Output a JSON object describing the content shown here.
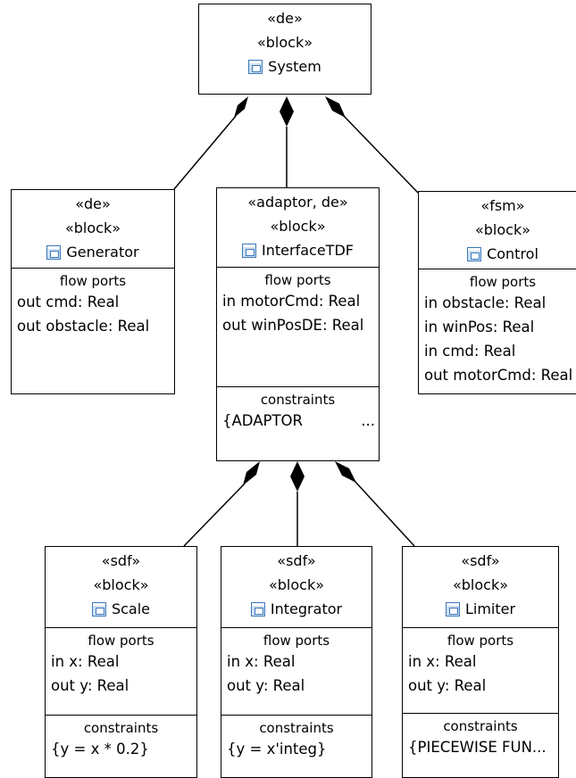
{
  "blocks": {
    "system": {
      "stereotypes": [
        "«de»",
        "«block»"
      ],
      "name": "System"
    },
    "generator": {
      "stereotypes": [
        "«de»",
        "«block»"
      ],
      "name": "Generator",
      "flow_title": "flow ports",
      "ports": [
        "out cmd: Real",
        "out obstacle: Real"
      ]
    },
    "interface": {
      "stereotypes": [
        "«adaptor, de»",
        "«block»"
      ],
      "name": "InterfaceTDF",
      "flow_title": "flow ports",
      "ports": [
        "in motorCmd: Real",
        "out winPosDE: Real"
      ],
      "constraints_title": "constraints",
      "constraints": [
        "{ADAPTOR"
      ],
      "ellipsis": "..."
    },
    "control": {
      "stereotypes": [
        "«fsm»",
        "«block»"
      ],
      "name": "Control",
      "flow_title": "flow ports",
      "ports": [
        "in obstacle: Real",
        "in winPos: Real",
        "in cmd: Real",
        "out motorCmd: Real"
      ]
    },
    "scale": {
      "stereotypes": [
        "«sdf»",
        "«block»"
      ],
      "name": "Scale",
      "flow_title": "flow ports",
      "ports": [
        "in x: Real",
        "out y: Real"
      ],
      "constraints_title": "constraints",
      "constraints": [
        "{y = x * 0.2}"
      ]
    },
    "integrator": {
      "stereotypes": [
        "«sdf»",
        "«block»"
      ],
      "name": "Integrator",
      "flow_title": "flow ports",
      "ports": [
        "in x: Real",
        "out y: Real"
      ],
      "constraints_title": "constraints",
      "constraints": [
        "{y = x'integ}"
      ]
    },
    "limiter": {
      "stereotypes": [
        "«sdf»",
        "«block»"
      ],
      "name": "Limiter",
      "flow_title": "flow ports",
      "ports": [
        "in x: Real",
        "out y: Real"
      ],
      "constraints_title": "constraints",
      "constraints": [
        "{PIECEWISE FUN..."
      ]
    }
  },
  "icons": {
    "block": "block-icon",
    "composition": "filled-diamond-icon"
  },
  "colors": {
    "line": "#000000",
    "icon": "#3b78b8"
  }
}
